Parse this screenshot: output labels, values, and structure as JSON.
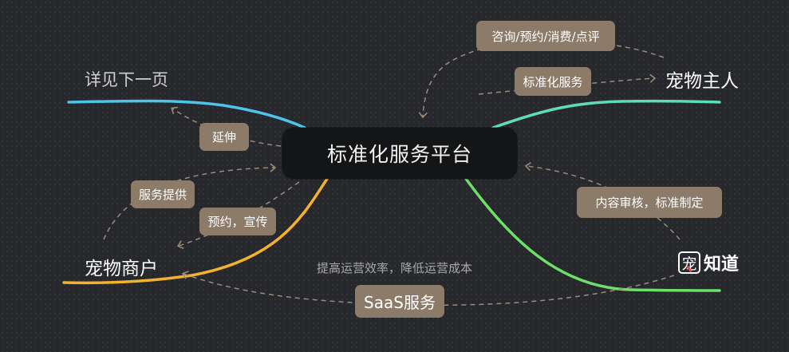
{
  "center": "标准化服务平台",
  "branches": {
    "next_page": "详见下一页",
    "pet_owner": "宠物主人",
    "pet_merchant": "宠物商户",
    "zhidao": {
      "logo_char": "宠",
      "name": "知道"
    }
  },
  "tags": {
    "consult": "咨询/预约/消费/点评",
    "standard_service": "标准化服务",
    "extend": "延伸",
    "provide_service": "服务提供",
    "booking_promo": "预约，宣传",
    "review_standard": "内容审核，标准制定",
    "saas": "SaaS服务"
  },
  "notes": {
    "efficiency": "提高运营效率，降低运营成本"
  },
  "colors": {
    "background": "#26282c",
    "center_fill": "#141517",
    "tag_fill": "#8d7b6a",
    "branch_blue": "#4fc3e8",
    "branch_teal": "#5fdcb0",
    "branch_yellow": "#f2b22e",
    "branch_green": "#6ee06a",
    "arrow": "#9c8b7a"
  }
}
